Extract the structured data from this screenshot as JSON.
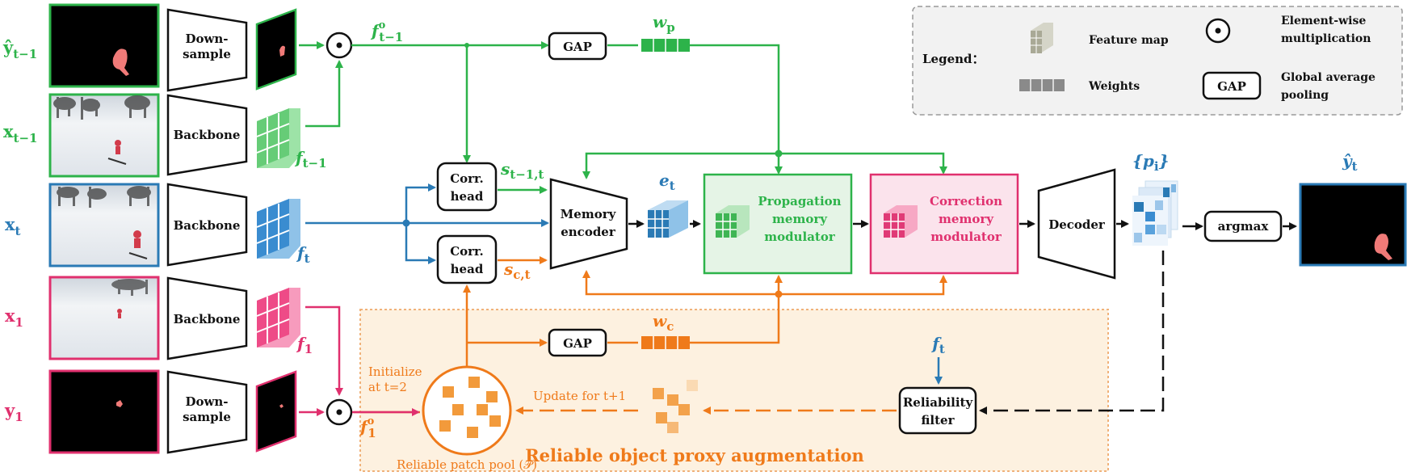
{
  "inputs": {
    "y_prev": "ŷ",
    "y_prev_sub": "t−1",
    "x_prev": "x",
    "x_prev_sub": "t−1",
    "x_t": "x",
    "x_t_sub": "t",
    "x_1": "x",
    "x_1_sub": "1",
    "y_1": "y",
    "y_1_sub": "1"
  },
  "blocks": {
    "downsample_1": [
      "Down-",
      "sample"
    ],
    "backbone_1": "Backbone",
    "backbone_2": "Backbone",
    "backbone_3": "Backbone",
    "downsample_2": [
      "Down-",
      "sample"
    ],
    "gap_1": "GAP",
    "gap_2": "GAP",
    "corr_head_1": [
      "Corr.",
      "head"
    ],
    "corr_head_2": [
      "Corr.",
      "head"
    ],
    "memory_encoder": [
      "Memory",
      "encoder"
    ],
    "propagation": [
      "Propagation",
      "memory",
      "modulator"
    ],
    "correction": [
      "Correction",
      "memory",
      "modulator"
    ],
    "decoder": "Decoder",
    "argmax": "argmax",
    "reliability_filter": [
      "Reliability",
      "filter"
    ]
  },
  "symbols": {
    "f_prev_o": "f",
    "f_prev_o_sup": "o",
    "f_prev_o_sub": "t−1",
    "w_p": "w",
    "w_p_sub": "p",
    "f_prev": "f",
    "f_prev_sub": "t−1",
    "f_t": "f",
    "f_t_sub": "t",
    "f_1": "f",
    "f_1_sub": "1",
    "f_1_o": "f",
    "f_1_o_sup": "o",
    "f_1_o_sub": "1",
    "s_prev": "s",
    "s_prev_sub": "t−1,t",
    "s_c": "s",
    "s_c_sub": "c,t",
    "e_t": "e",
    "e_t_sub": "t",
    "w_c": "w",
    "w_c_sub": "c",
    "p_i": "{p",
    "p_i_sub": "i",
    "p_i_close": "}",
    "y_hat_t": "ŷ",
    "y_hat_t_sub": "t",
    "f_t_right": "f",
    "f_t_right_sub": "t"
  },
  "annotations": {
    "initialize": [
      "Initialize",
      "at t=2"
    ],
    "update": "Update for t+1",
    "pool": "Reliable patch pool (𝒫)",
    "roa_title": "Reliable object proxy augmentation"
  },
  "legend": {
    "title": "Legend：",
    "feature_map": "Feature map",
    "weights": "Weights",
    "elementwise": [
      "Element-wise",
      "multiplication"
    ],
    "gap_box": "GAP",
    "gap_desc": [
      "Global average",
      "pooling"
    ]
  },
  "colors": {
    "green": "#2db34a",
    "blue": "#2a7ab5",
    "pink": "#e0306e",
    "orange": "#ef7a1a",
    "black": "#111111"
  }
}
